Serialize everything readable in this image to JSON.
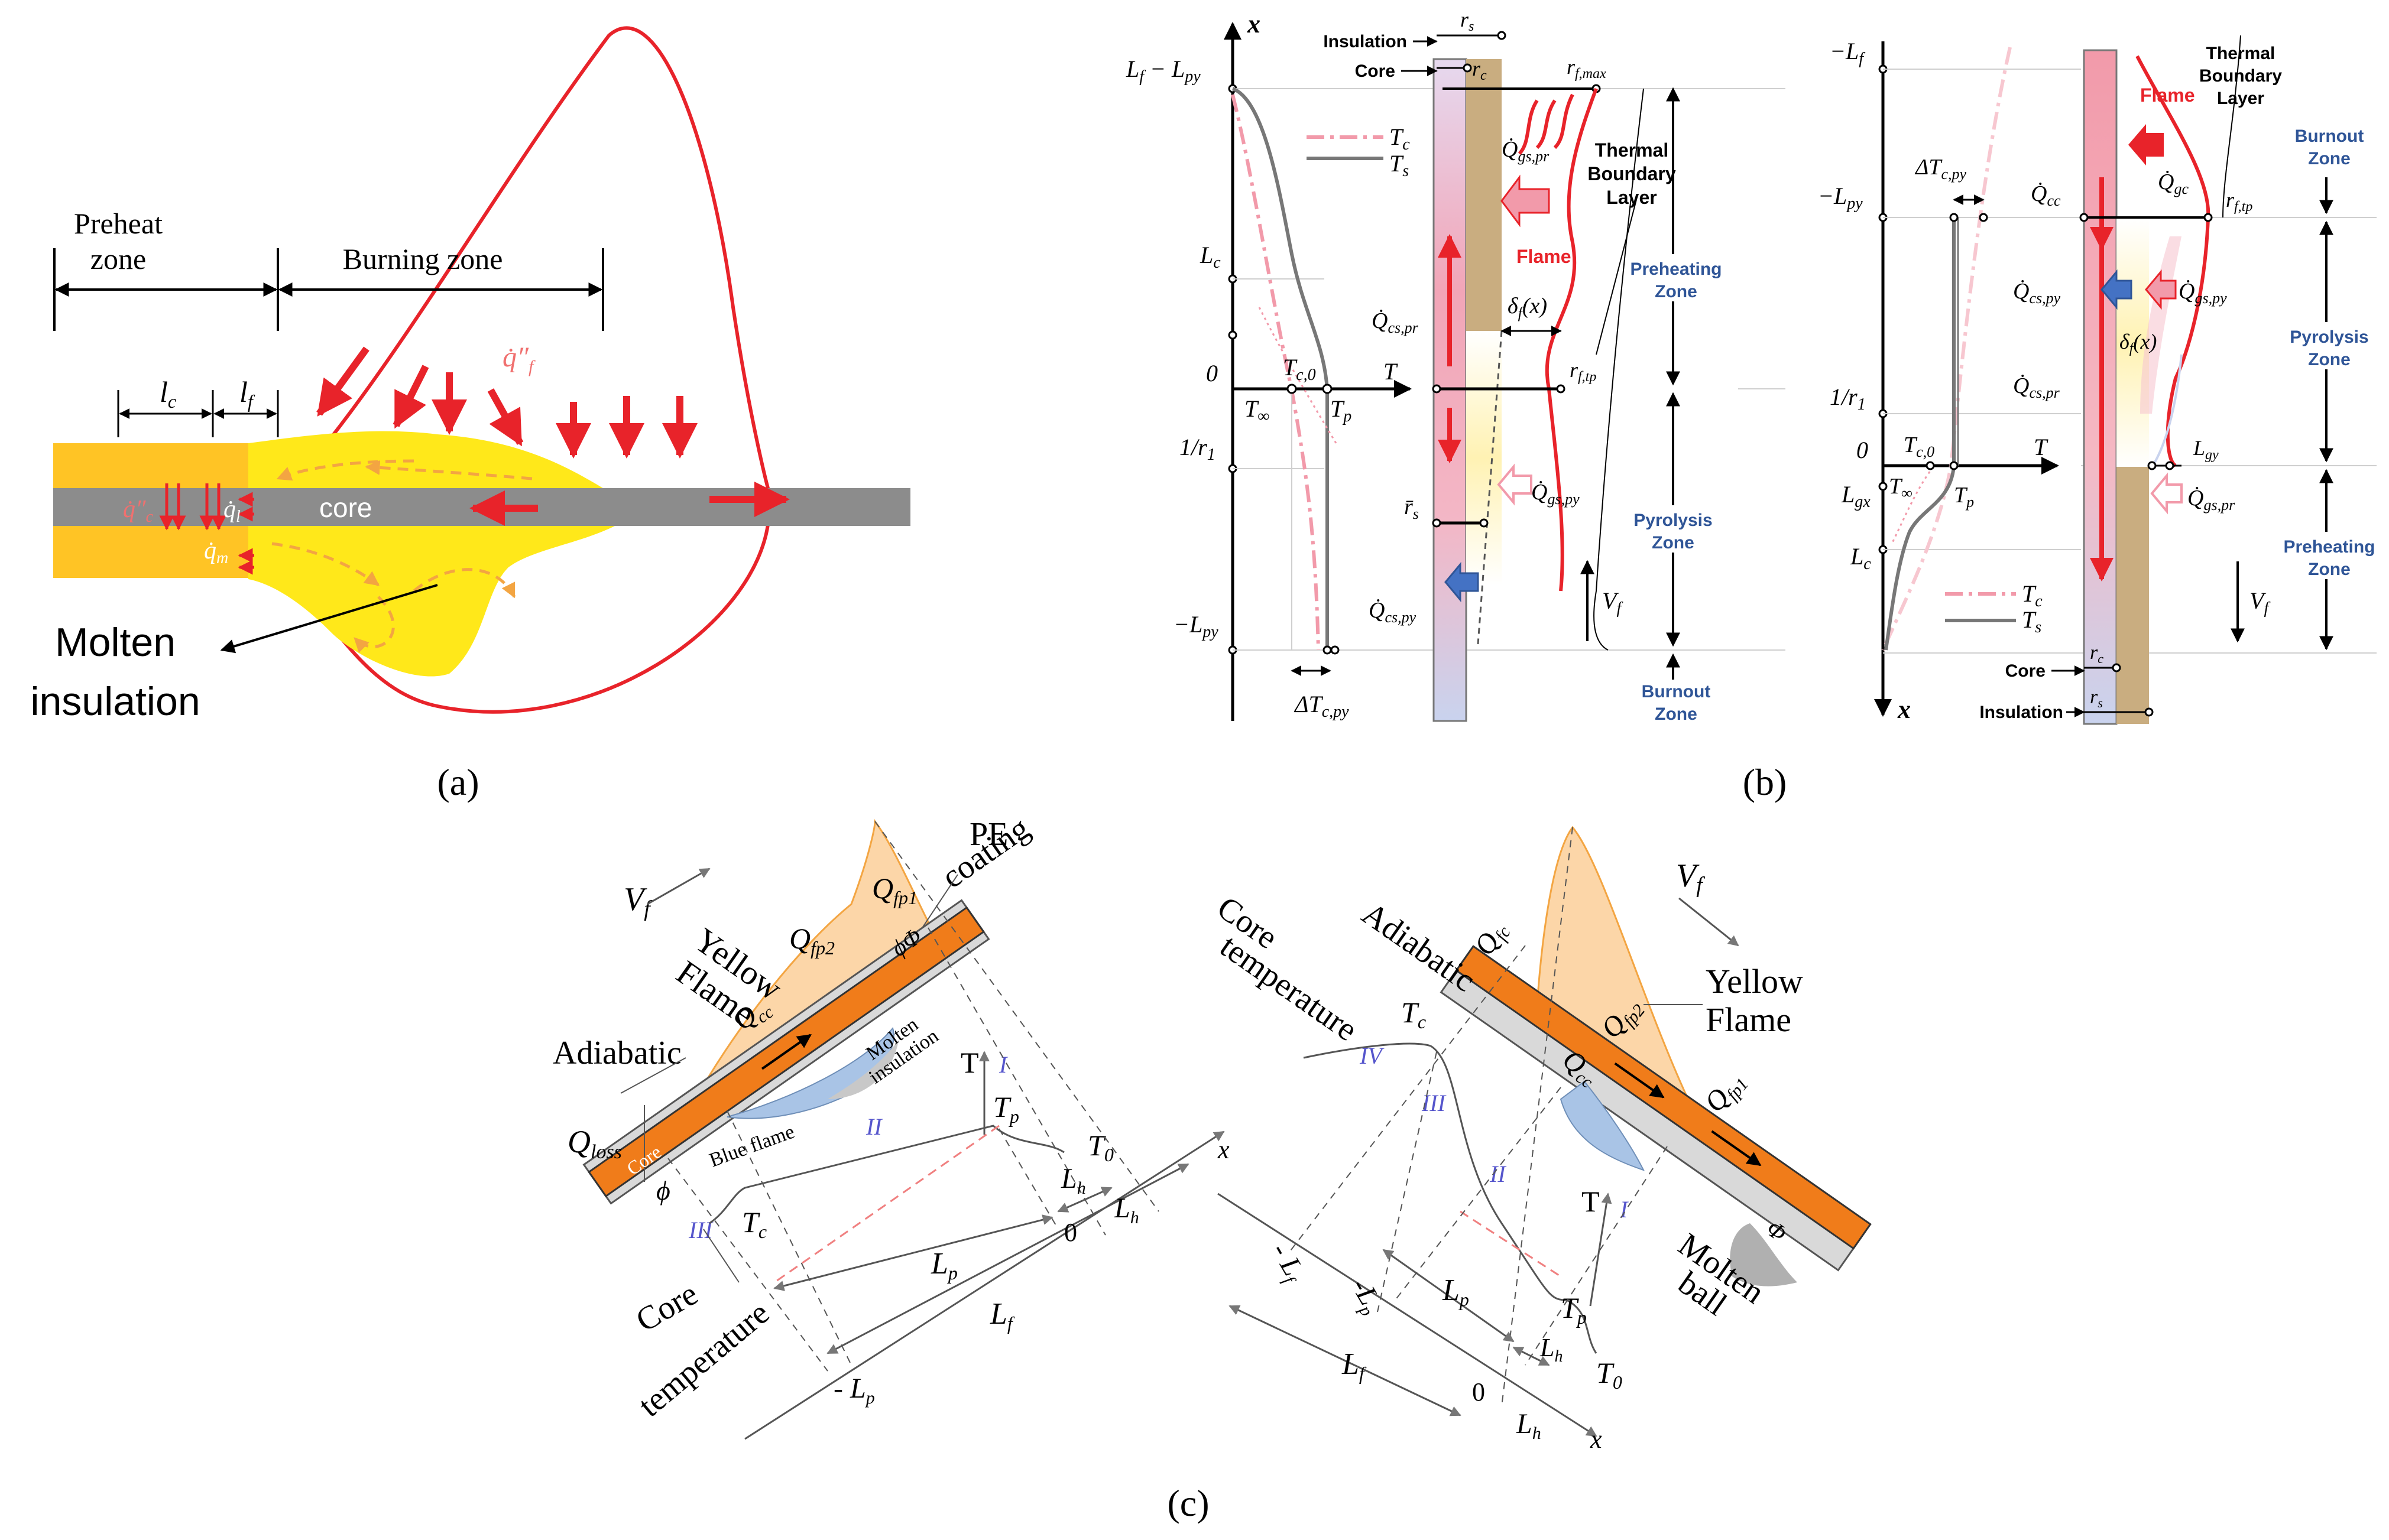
{
  "panel_labels": {
    "a": "(a)",
    "b": "(b)",
    "c": "(c)"
  },
  "colors": {
    "flame": "#e8232a",
    "insulation_yellow": "#ffc425",
    "molten_yellow": "#ffe81a",
    "core_gray": "#8c8c8c",
    "core_orange": "#f07c1a",
    "flame_orange": "#fcd6a8",
    "blue_flame": "#a9c4e6",
    "zone_blue": "#2f5597",
    "insulation_tan": "#c9ad80"
  },
  "panel_a": {
    "preheat_line1": "Preheat",
    "preheat_line2": "zone",
    "burning_zone": "Burning zone",
    "lc": "l",
    "lc_sub": "c",
    "lf": "l",
    "lf_sub": "f",
    "qf": "q̇″",
    "qf_sub": "f",
    "qc": "q̇″",
    "qc_sub": "c",
    "ql": "q̇",
    "ql_sub": "l",
    "qm": "q̇",
    "qm_sub": "m",
    "core": "core",
    "molten_line1": "Molten",
    "molten_line2": "insulation"
  },
  "panel_b_left": {
    "x_axis": "x",
    "T_axis": "T",
    "insulation": "Insulation",
    "core": "Core",
    "rs": "r",
    "rs_sub": "s",
    "rc": "r",
    "rc_sub": "c",
    "rfmax": "r",
    "rfmax_sub": "f,max",
    "rftp": "r",
    "rftp_sub": "f,tp",
    "rs_bar": "r̄",
    "rs_bar_sub": "s",
    "lf_lpy": "L",
    "lf_lpy_sub": "f",
    "lf_lpy_minus": " − L",
    "lf_lpy_sub2": "py",
    "Lc": "L",
    "Lc_sub": "c",
    "zero": "0",
    "one_r1": "1/r",
    "one_r1_sub": "1",
    "minus_lpy": "−L",
    "minus_lpy_sub": "py",
    "Tc": "T",
    "Tc_sub": "c",
    "Ts": "T",
    "Ts_sub": "s",
    "Tc0": "T",
    "Tc0_sub": "c,0",
    "Tinf": "T",
    "Tinf_sub": "∞",
    "Tp": "T",
    "Tp_sub": "p",
    "dTcpy": "ΔT",
    "dTcpy_sub": "c,py",
    "Qgspr": "Q̇",
    "Qgspr_sub": "gs,pr",
    "Qcspr": "Q̇",
    "Qcspr_sub": "cs,pr",
    "Qgspy": "Q̇",
    "Qgspy_sub": "gs,py",
    "Qcspy": "Q̇",
    "Qcspy_sub": "cs,py",
    "delta_f": "δ",
    "delta_f_sub": "f",
    "delta_f_arg": "(x)",
    "thermal1": "Thermal",
    "thermal2": "Boundary",
    "thermal3": "Layer",
    "flame": "Flame",
    "preheating1": "Preheating",
    "preheating2": "Zone",
    "pyrolysis1": "Pyrolysis",
    "pyrolysis2": "Zone",
    "burnout1": "Burnout",
    "burnout2": "Zone",
    "vf": "V",
    "vf_sub": "f"
  },
  "panel_b_right": {
    "x_axis": "x",
    "T_axis": "T",
    "minus_lf": "−L",
    "minus_lf_sub": "f",
    "minus_lpy": "−L",
    "minus_lpy_sub": "py",
    "one_r1": "1/r",
    "one_r1_sub": "1",
    "zero": "0",
    "Lgx": "L",
    "Lgx_sub": "gx",
    "Lc": "L",
    "Lc_sub": "c",
    "dTcpy": "ΔT",
    "dTcpy_sub": "c,py",
    "Tc0": "T",
    "Tc0_sub": "c,0",
    "Tinf": "T",
    "Tinf_sub": "∞",
    "Tp": "T",
    "Tp_sub": "p",
    "Tc": "T",
    "Tc_sub": "c",
    "Ts": "T",
    "Ts_sub": "s",
    "Qcc": "Q̇",
    "Qcc_sub": "cc",
    "Qgc": "Q̇",
    "Qgc_sub": "gc",
    "Qcspy": "Q̇",
    "Qcspy_sub": "cs,py",
    "Qgspy": "Q̇",
    "Qgspy_sub": "gs,py",
    "Qcspr": "Q̇",
    "Qcspr_sub": "cs,pr",
    "Qgspr": "Q̇",
    "Qgspr_sub": "gs,pr",
    "delta_f": "δ",
    "delta_f_sub": "f",
    "delta_f_arg": "(x)",
    "rftp": "r",
    "rftp_sub": "f,tp",
    "Lgy": "L",
    "Lgy_sub": "gy",
    "rc": "r",
    "rc_sub": "c",
    "rs": "r",
    "rs_sub": "s",
    "core": "Core",
    "insulation": "Insulation",
    "flame": "Flame",
    "thermal1": "Thermal",
    "thermal2": "Boundary",
    "thermal3": "Layer",
    "burnout1": "Burnout",
    "burnout2": "Zone",
    "pyrolysis1": "Pyrolysis",
    "pyrolysis2": "Zone",
    "preheating1": "Preheating",
    "preheating2": "Zone",
    "vf": "V",
    "vf_sub": "f"
  },
  "panel_c_left": {
    "vf": "V",
    "vf_sub": "f",
    "yellow": "Yellow",
    "flame": "Flame",
    "qfp2": "Q",
    "qfp2_sub": "fp2",
    "qfp1": "Q",
    "qfp1_sub": "fp1",
    "pe1": "PE",
    "pe2": "coating",
    "adiabatic": "Adiabatic",
    "qcc": "Q",
    "qcc_sub": "cc",
    "qloss": "Q",
    "qloss_sub": "loss",
    "core_tag": "Core",
    "phi_small": "ϕ",
    "phi_big": "ϕΦ",
    "molten1": "Molten",
    "molten2": "insulation",
    "blue_flame": "Blue flame",
    "T_axis": "T",
    "zone_I": "I",
    "zone_II": "II",
    "zone_III": "III",
    "Tp": "T",
    "Tp_sub": "p",
    "T0": "T",
    "T0_sub": "0",
    "Tc": "T",
    "Tc_sub": "c",
    "Lh": "L",
    "Lh_sub": "h",
    "Lh2": "L",
    "Lh2_sub": "h",
    "zero": "0",
    "Lp": "L",
    "Lp_sub": "p",
    "Lf": "L",
    "Lf_sub": "f",
    "minus_lp": "- L",
    "minus_lp_sub": "p",
    "x_axis": "x",
    "core_temp1": "Core",
    "core_temp2": "temperature"
  },
  "panel_c_right": {
    "adiabatic": "Adiabatic",
    "qfc": "Q",
    "qfc_sub": "fc",
    "vf": "V",
    "vf_sub": "f",
    "core_temp1": "Core",
    "core_temp2": "temperature",
    "Tc": "T",
    "Tc_sub": "c",
    "yellow": "Yellow",
    "flame": "Flame",
    "qfp2": "Q",
    "qfp2_sub": "fp2",
    "qfp1": "Q",
    "qfp1_sub": "fp1",
    "qcc": "Q",
    "qcc_sub": "cc",
    "zone_IV": "IV",
    "zone_III": "III",
    "zone_II": "II",
    "zone_I": "I",
    "T_axis": "T",
    "Tp": "T",
    "Tp_sub": "p",
    "T0": "T",
    "T0_sub": "0",
    "phi": "Φ",
    "molten1": "Molten",
    "molten2": "ball",
    "minus_lf": "- L",
    "minus_lf_sub": "f",
    "minus_lp": "-L",
    "minus_lp_sub": "p",
    "Lp": "L",
    "Lp_sub": "p",
    "Lh": "L",
    "Lh_sub": "h",
    "Lf": "L",
    "Lf_sub": "f",
    "zero": "0",
    "Lh2": "L",
    "Lh2_sub": "h",
    "x_axis": "x"
  }
}
